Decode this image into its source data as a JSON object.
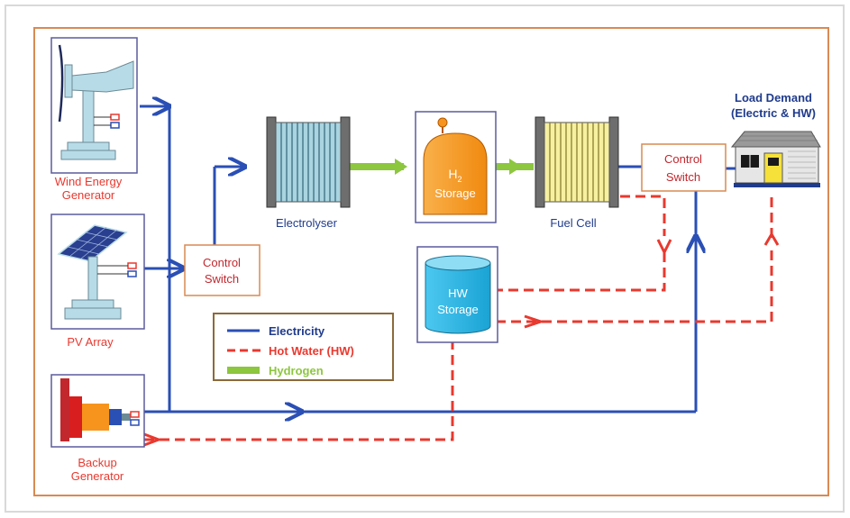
{
  "components": {
    "wind": {
      "line1": "Wind Energy",
      "line2": "Generator"
    },
    "pv": {
      "label": "PV Array"
    },
    "backup": {
      "line1": "Backup",
      "line2": "Generator"
    },
    "control_switch_left": {
      "line1": "Control",
      "line2": "Switch"
    },
    "electrolyser": {
      "label": "Electrolyser"
    },
    "h2_storage": {
      "symbol": "H",
      "subscript": "2",
      "line2": "Storage"
    },
    "fuel_cell": {
      "label": "Fuel Cell"
    },
    "hw_storage": {
      "line1": "HW",
      "line2": "Storage"
    },
    "control_switch_right": {
      "line1": "Control",
      "line2": "Switch"
    },
    "load_demand": {
      "line1": "Load Demand",
      "line2": "(Electric & HW)"
    }
  },
  "legend": {
    "electricity": "Electricity",
    "hot_water": "Hot Water (HW)",
    "hydrogen": "Hydrogen"
  },
  "colors": {
    "electricity": "#2a4fb5",
    "hot_water": "#e8392f",
    "hydrogen": "#8dc63f",
    "frame": "#d98a52",
    "panel_border": "#5b5b9e",
    "label_red": "#e8392f",
    "label_blue": "#1f3b8c",
    "h2_tank": "#f7941d",
    "hw_tank": "#29b6e6"
  }
}
